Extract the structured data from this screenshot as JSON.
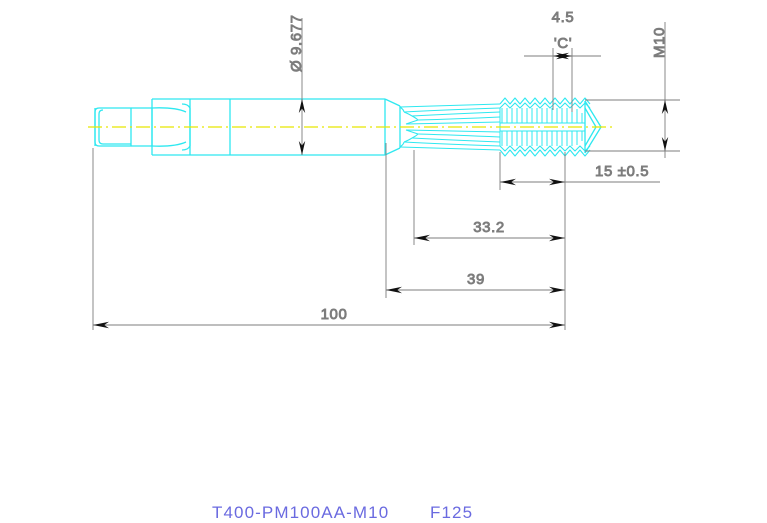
{
  "drawing": {
    "type": "engineering-drawing",
    "subject": "machine tap (thread cutting tool)",
    "background_color": "#ffffff",
    "geometry_color": "#2ee8f0",
    "centerline_color": "#e8e800",
    "dimension_color": "#7d7d7d",
    "title_color": "#6a6ae0"
  },
  "dimensions": {
    "diameter_shank": "Ø 9.677",
    "thread_chamfer": "4.5",
    "chamfer_label": "'C'",
    "thread_spec": "M10",
    "thread_length": "15  ±0.5",
    "length_33_2": "33.2",
    "length_39": "39",
    "length_total": "100"
  },
  "title_block": {
    "part_number": "T400-PM100AA-M10",
    "finish_code": "F125"
  }
}
